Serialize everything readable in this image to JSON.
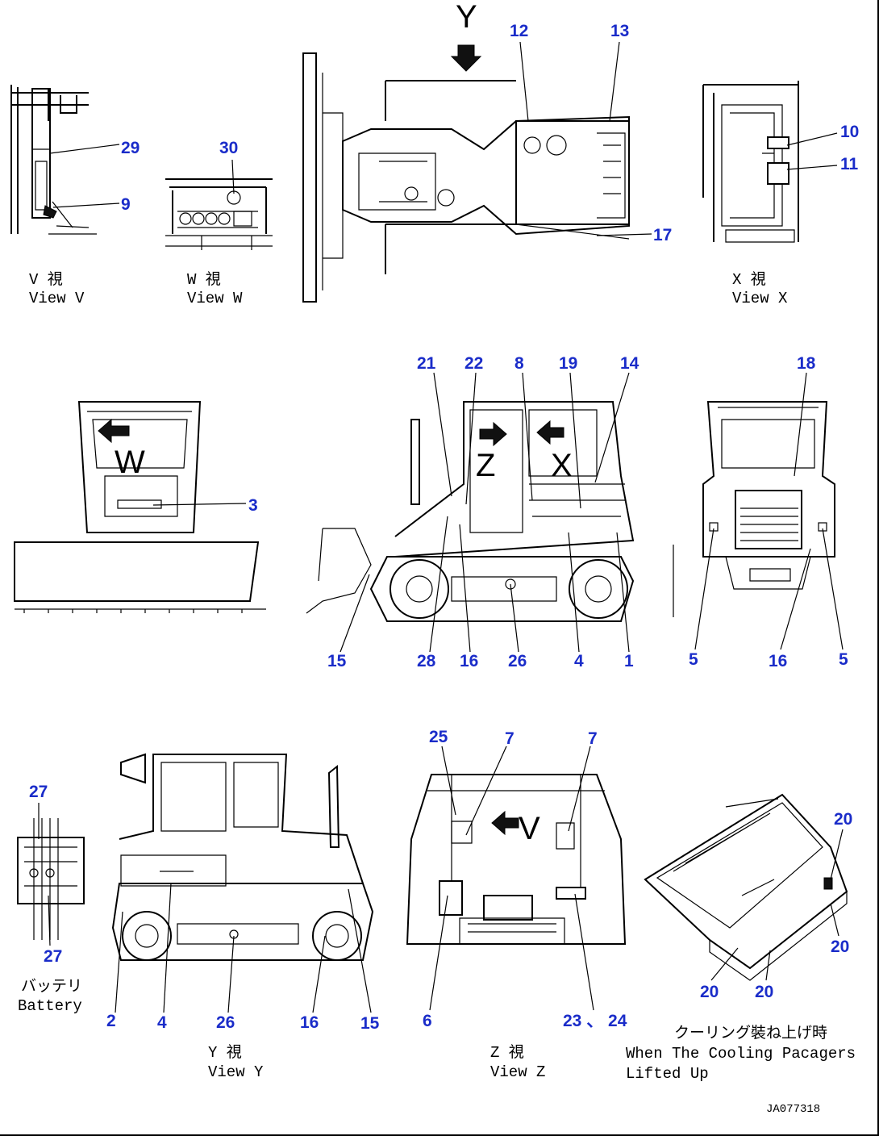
{
  "callouts": {
    "c12": "12",
    "c13": "13",
    "c29": "29",
    "c9": "9",
    "c30": "30",
    "c10": "10",
    "c11": "11",
    "c17": "17",
    "c21": "21",
    "c22": "22",
    "c8": "8",
    "c19": "19",
    "c14": "14",
    "c18": "18",
    "c3": "3",
    "c15a": "15",
    "c28": "28",
    "c16a": "16",
    "c26a": "26",
    "c4a": "4",
    "c1": "1",
    "c5a": "5",
    "c16b": "16",
    "c5b": "5",
    "c25": "25",
    "c7a": "7",
    "c7b": "7",
    "c20a": "20",
    "c27a": "27",
    "c27b": "27",
    "c2": "2",
    "c4b": "4",
    "c26b": "26",
    "c16c": "16",
    "c15b": "15",
    "c6": "6",
    "c2324": "23 、 24",
    "c20b": "20",
    "c20c": "20",
    "c20d": "20"
  },
  "view_markers": {
    "y_arrow": "Y",
    "w_marker": "W",
    "z_marker": "Z",
    "x_marker": "X",
    "v_marker": "V"
  },
  "view_labels": {
    "v_jp": "V 視",
    "v_en": "View V",
    "w_jp": "W 視",
    "w_en": "View W",
    "x_jp": "X 視",
    "x_en": "View X",
    "y_jp": "Y 視",
    "y_en": "View Y",
    "z_jp": "Z 視",
    "z_en": "View Z",
    "battery_jp": "バッテリ",
    "battery_en": "Battery",
    "cooling_jp": "クーリング裝ね上げ時",
    "cooling_en1": "When The Cooling Pacagers",
    "cooling_en2": "Lifted Up"
  },
  "drawing_code": "JA077318"
}
